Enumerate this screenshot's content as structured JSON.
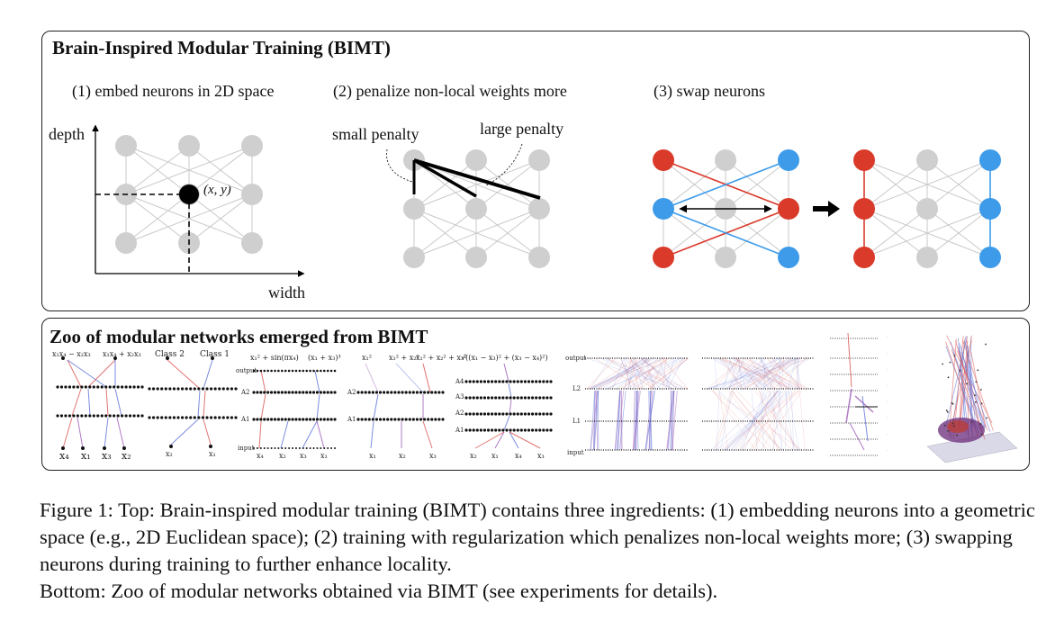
{
  "top_panel": {
    "title": "Brain-Inspired Modular Training (BIMT)",
    "steps": [
      {
        "label": "(1) embed neurons in 2D space"
      },
      {
        "label": "(2) penalize non-local weights more"
      },
      {
        "label": "(3) swap neurons"
      }
    ],
    "axis_y": "depth",
    "axis_x": "width",
    "point_label": "(x, y)",
    "small_penalty": "small penalty",
    "large_penalty": "large penalty",
    "colors": {
      "red": "#d93a2a",
      "blue": "#3d9be9",
      "gray": "#cfcfcf",
      "black": "#000000"
    }
  },
  "bottom_panel": {
    "title": "Zoo of modular networks emerged from BIMT",
    "net1": {
      "top": [
        "x₁x₄ − x₂x₃",
        "x₁x₄ + x₂x₃"
      ],
      "bottom": [
        "x₄",
        "x₁",
        "x₃",
        "x₂"
      ]
    },
    "net2": {
      "top": [
        "Class 2",
        "Class 1"
      ],
      "bottom": [
        "x₂",
        "x₁"
      ]
    },
    "net3": {
      "top": [
        "x₁² + sin(πx₄)",
        "(x₁ + x₃)³"
      ],
      "layers": [
        "output",
        "A2",
        "A1",
        "input"
      ],
      "bottom": [
        "x₄",
        "x₂",
        "x₃",
        "x₁"
      ]
    },
    "net4": {
      "top": [
        "x₁²",
        "x₁² + x₂²",
        "x₁² + x₂² + x₃²"
      ],
      "layers": [
        "A2",
        "A1"
      ],
      "bottom": [
        "x₁",
        "x₂",
        "x₃"
      ]
    },
    "net5": {
      "top": [
        "√((x₁ − x₃)² + (x₃ − x₄)²)"
      ],
      "layers": [
        "A4",
        "A3",
        "A2",
        "A1"
      ],
      "bottom": [
        "x₂",
        "x₁",
        "x₄",
        "x₃"
      ]
    },
    "net6": {
      "layers": [
        "output",
        "L2",
        "L1",
        "input"
      ]
    }
  },
  "caption": {
    "line1": "Figure 1: Top: Brain-inspired modular training (BIMT) contains three ingredients: (1) embedding neurons into a geometric space (e.g., 2D Euclidean space); (2) training with regularization which penalizes non-local weights more; (3) swapping neurons during training to further enhance locality.",
    "line2": "Bottom: Zoo of modular networks obtained via BIMT (see experiments for details)."
  }
}
